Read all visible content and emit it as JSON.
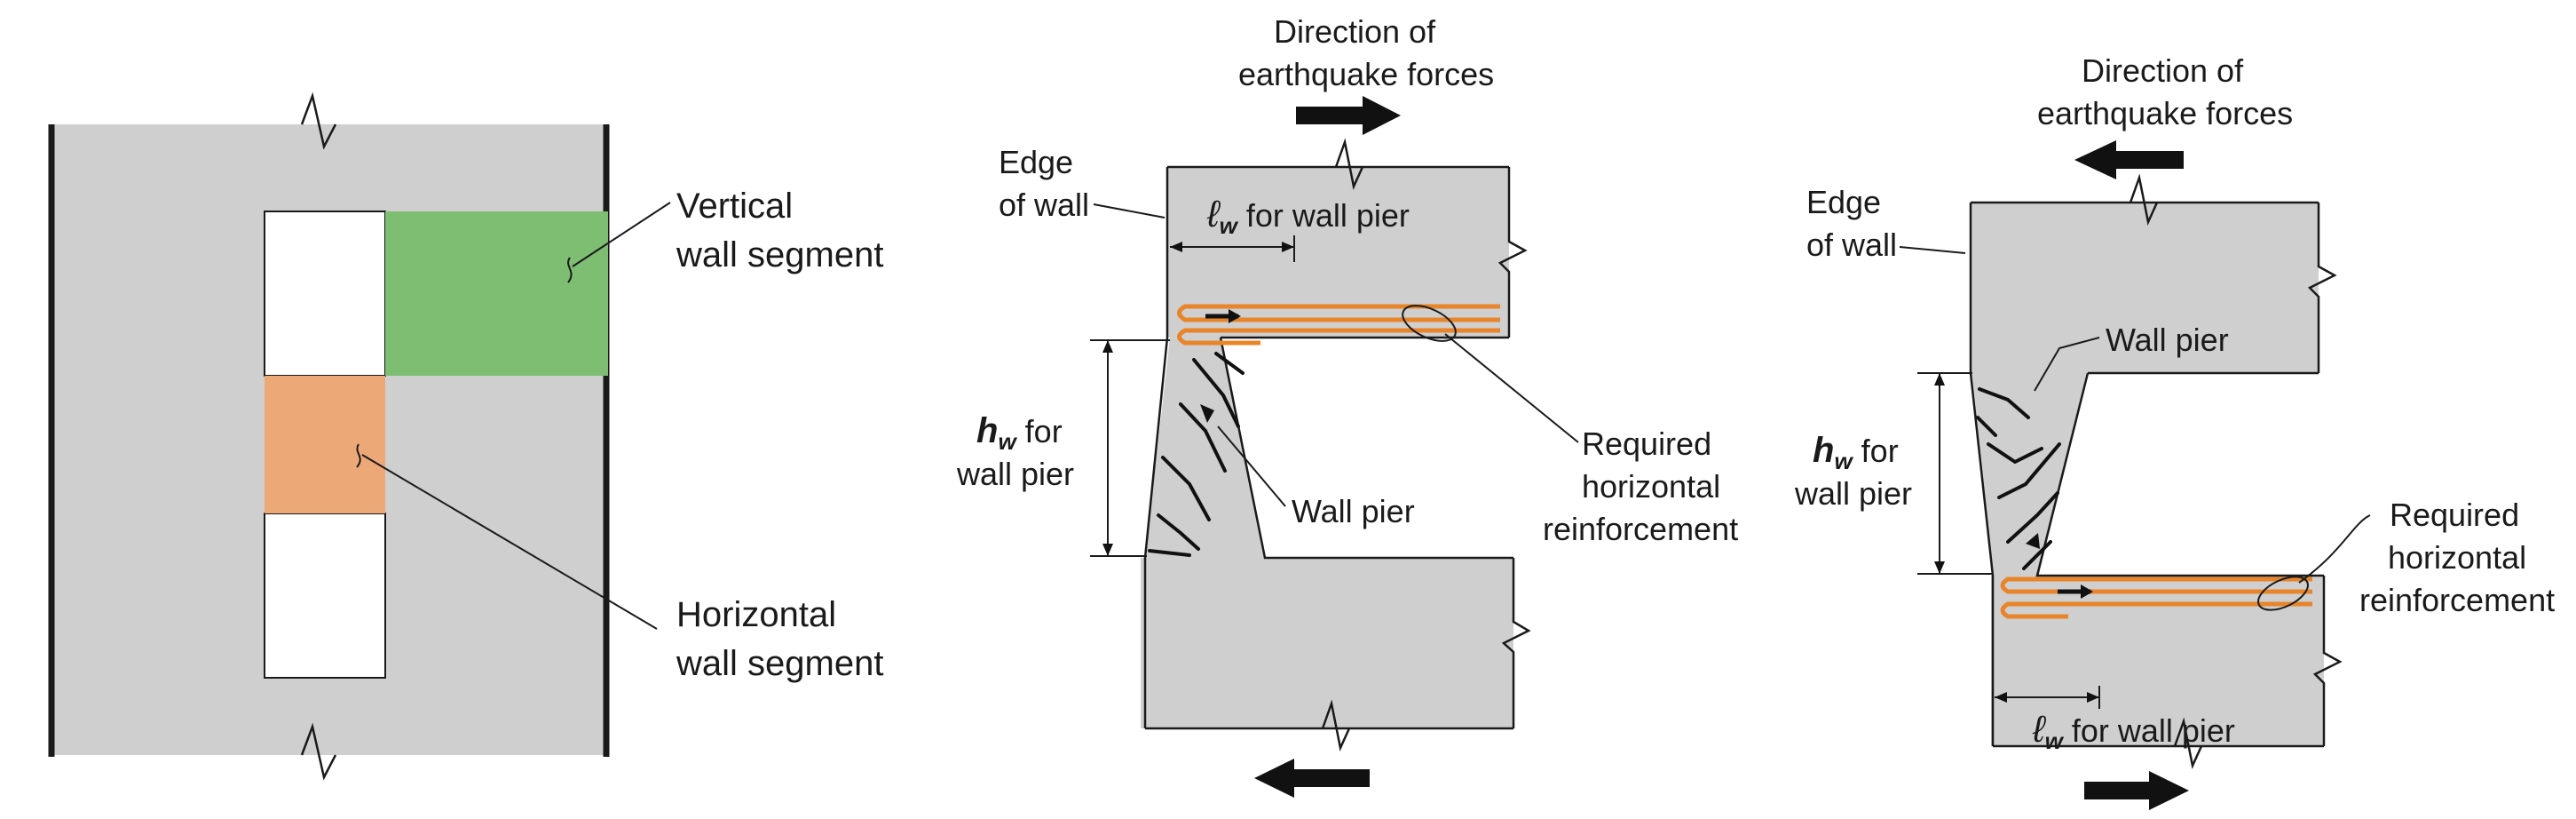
{
  "panel_a": {
    "vertical_label_1": "Vertical",
    "vertical_label_2": "wall segment",
    "horizontal_label_1": "Horizontal",
    "horizontal_label_2": "wall segment",
    "vertical_segment_color": "#7dbe72",
    "horizontal_segment_color": "#eda878"
  },
  "panel_b": {
    "direction_1": "Direction of",
    "direction_2": "earthquake forces",
    "edge_1": "Edge",
    "edge_2": "of wall",
    "lw_symbol": "ℓ",
    "lw_sub": "w",
    "lw_text": "for wall pier",
    "hw_symbol": "h",
    "hw_sub": "w",
    "hw_text_1": "for",
    "hw_text_2": "wall pier",
    "pier_label": "Wall pier",
    "reinf_1": "Required",
    "reinf_2": "horizontal",
    "reinf_3": "reinforcement"
  },
  "panel_c": {
    "direction_1": "Direction of",
    "direction_2": "earthquake forces",
    "edge_1": "Edge",
    "edge_2": "of wall",
    "pier_label": "Wall pier",
    "hw_symbol": "h",
    "hw_sub": "w",
    "hw_text_1": "for",
    "hw_text_2": "wall pier",
    "lw_symbol": "ℓ",
    "lw_sub": "w",
    "lw_text": "for wall pier",
    "reinf_1": "Required",
    "reinf_2": "horizontal",
    "reinf_3": "reinforcement"
  },
  "colors": {
    "rebar": "#e8852a",
    "wall_fill": "#cfcfcf"
  }
}
